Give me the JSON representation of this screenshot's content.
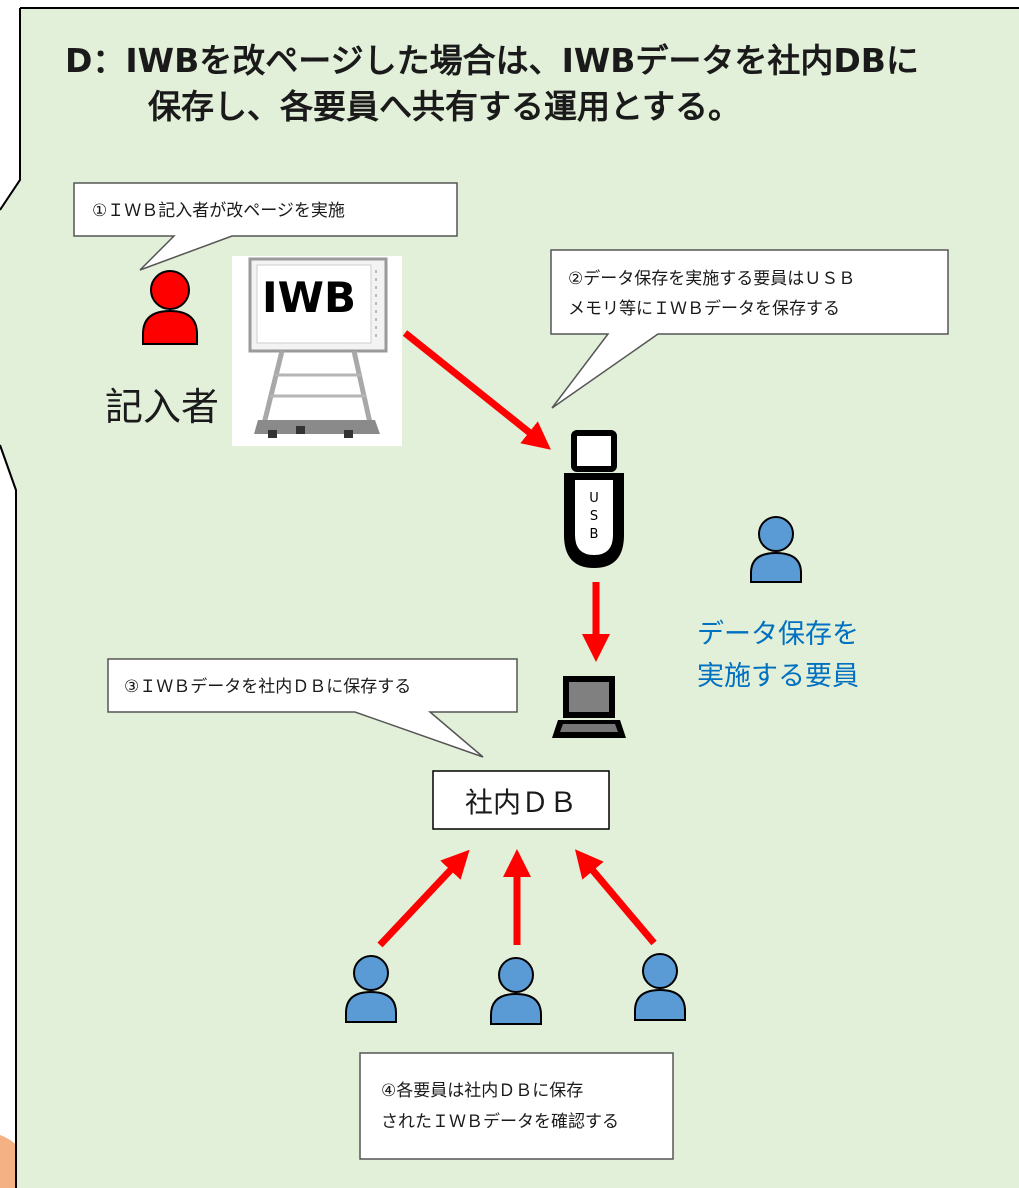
{
  "title": {
    "line1": "D：IWBを改ページした場合は、IWBデータを社内DBに",
    "line2": "保存し、各要員へ共有する運用とする。"
  },
  "callouts": {
    "step1": "①ＩＷＢ記入者が改ページを実施",
    "step2_line1": "②データ保存を実施する要員はＵＳＢ",
    "step2_line2": "メモリ等にＩＷＢデータを保存する",
    "step3": "③ＩＷＢデータを社内ＤＢに保存する",
    "step4_line1": "④各要員は社内ＤＢに保存",
    "step4_line2": "されたＩＷＢデータを確認する"
  },
  "iwb": {
    "label": "IWB"
  },
  "writer": {
    "label": "記入者"
  },
  "usb": {
    "letters": [
      "U",
      "S",
      "B"
    ]
  },
  "saver": {
    "label_line1": "データ保存を",
    "label_line2": "実施する要員"
  },
  "db": {
    "label": "社内ＤＢ"
  },
  "colors": {
    "background": "#e2efd9",
    "arrow": "#ff0000",
    "writer_icon": "#ff0000",
    "member_icon": "#5b9bd5",
    "saver_label": "#0070c0"
  }
}
